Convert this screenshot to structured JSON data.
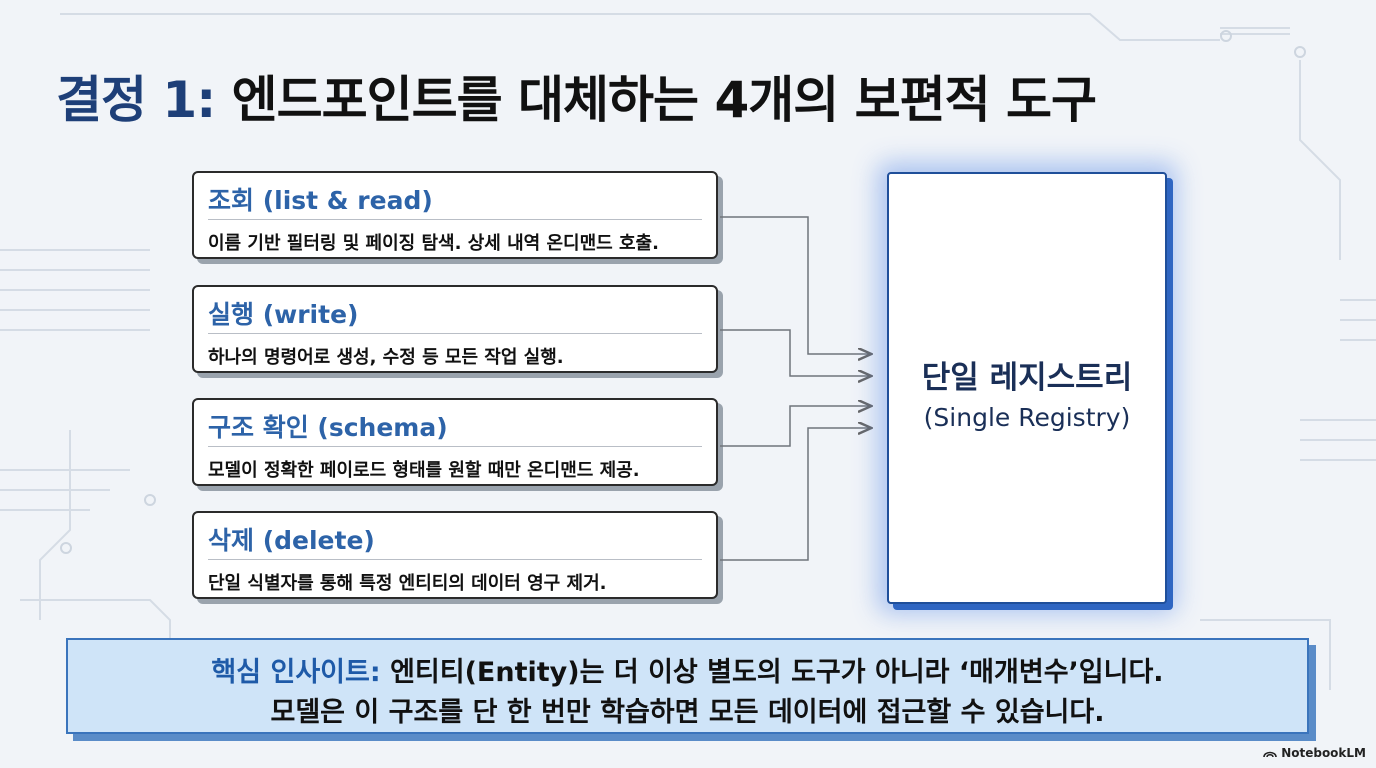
{
  "title": {
    "prefix": "결정 1:",
    "rest": "엔드포인트를 대체하는 4개의 보편적 도구"
  },
  "tools": [
    {
      "heading": "조회 (list & read)",
      "description": "이름 기반 필터링 및 페이징 탐색. 상세 내역 온디맨드 호출."
    },
    {
      "heading": "실행 (write)",
      "description": "하나의 명령어로 생성, 수정 등 모든 작업 실행."
    },
    {
      "heading": "구조 확인 (schema)",
      "description": "모델이 정확한 페이로드 형태를 원할 때만 온디맨드 제공."
    },
    {
      "heading": "삭제 (delete)",
      "description": "단일 식별자를 통해 특정 엔티티의 데이터 영구 제거."
    }
  ],
  "registry": {
    "title_ko": "단일 레지스트리",
    "title_en": "(Single Registry)"
  },
  "insight": {
    "label": "핵심 인사이트:",
    "line1": "엔티티(Entity)는 더 이상 별도의 도구가 아니라 ‘매개변수’입니다.",
    "line2": "모델은 이 구조를 단 한 번만 학습하면 모든 데이터에 접근할 수 있습니다."
  },
  "brand": {
    "name": "NotebookLM",
    "icon": "notebooklm-logo-icon"
  },
  "colors": {
    "title_accent": "#1e3f78",
    "card_heading": "#2d63a8",
    "registry_border": "#1f4f9a",
    "insight_bg": "#cfe4f8",
    "insight_label": "#1e5aa8"
  }
}
